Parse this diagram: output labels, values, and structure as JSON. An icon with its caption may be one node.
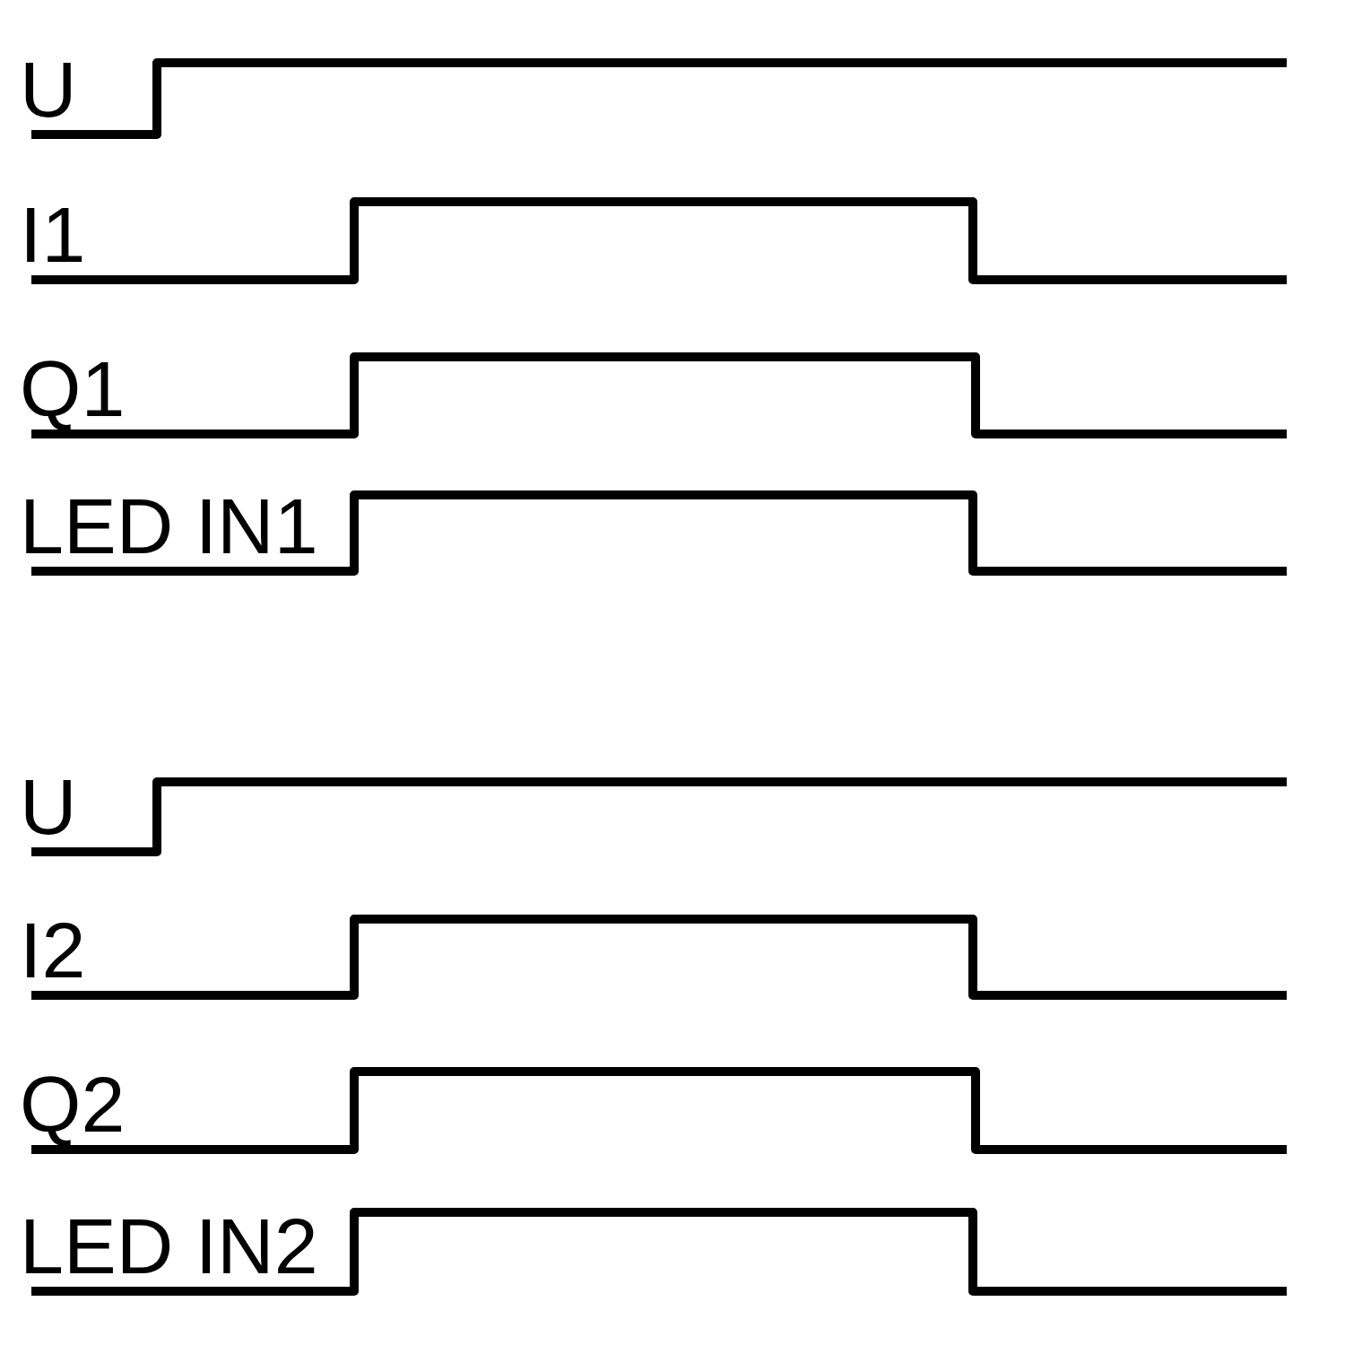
{
  "diagram": {
    "labels": [
      "U",
      "I1",
      "Q1",
      "LED IN1",
      "U",
      "I2",
      "Q2",
      "LED IN2"
    ]
  }
}
